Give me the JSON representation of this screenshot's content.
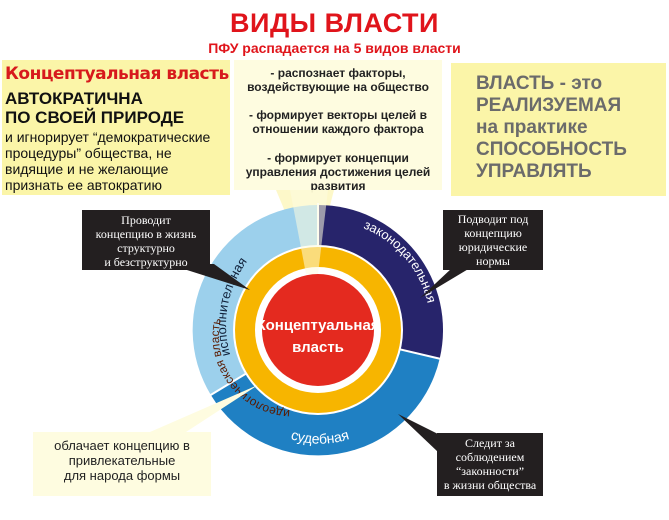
{
  "header": {
    "title": "ВИДЫ ВЛАСТИ",
    "subtitle": "ПФУ распадается на 5 видов власти"
  },
  "left_box": {
    "title": "Концептуальная власть",
    "bold_line1": "АВТОКРАТИЧНА",
    "bold_line2": "ПО СВОЕЙ ПРИРОДЕ",
    "text_line1": "и игнорирует “демократические",
    "text_line2": "процедуры” общества, не",
    "text_line3": "видящие и не желающие",
    "text_line4": "признать ее автократию"
  },
  "middle_box": {
    "item1_line1": "- распознает факторы,",
    "item1_line2": "воздействующие на общество",
    "item2_line1": "- формирует векторы целей в",
    "item2_line2": "отношении каждого фактора",
    "item3_line1": "- формирует концепции",
    "item3_line2": "управления достижения целей",
    "item3_line3": "развития"
  },
  "right_box": {
    "line1": "ВЛАСТЬ - это",
    "line2": "РЕАЛИЗУЕМАЯ",
    "line3": "на практике",
    "line4": "СПОСОБНОСТЬ",
    "line5": "УПРАВЛЯТЬ"
  },
  "callouts": {
    "executive_line1": "Проводит",
    "executive_line2": "концепцию в жизнь",
    "executive_line3": "структурно",
    "executive_line4": "и безструктурно",
    "legislative_line1": "Подводит под",
    "legislative_line2": "концепцию",
    "legislative_line3": "юридические",
    "legislative_line4": "нормы",
    "ideological_line1": "облачает концепцию в",
    "ideological_line2": "привлекательные",
    "ideological_line3": "для народа формы",
    "judicial_line1": "Следит за",
    "judicial_line2": "соблюдением",
    "judicial_line3": "“законности”",
    "judicial_line4": "в жизни общества"
  },
  "diagram": {
    "center_line1": "Концептуальная",
    "center_line2": "власть",
    "ring_executive": "исполнительная",
    "ring_legislative": "законодательная",
    "ring_judicial": "судебная",
    "ring_ideological": "идеологическая власть",
    "colors": {
      "red": "#e42a1f",
      "yellow": "#f7b500",
      "executive": "#9cd0ec",
      "legislative": "#27246b",
      "judicial": "#1f80c3"
    }
  }
}
